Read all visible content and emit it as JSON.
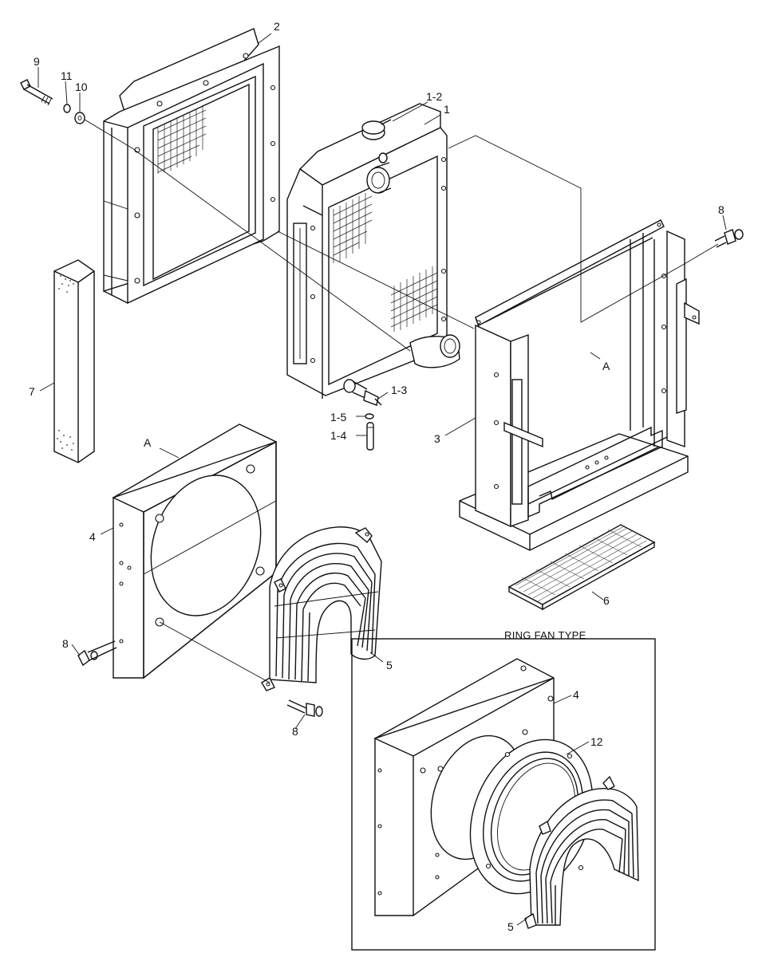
{
  "callouts": {
    "c1": "1",
    "c1_2": "1-2",
    "c1_3": "1-3",
    "c1_4": "1-4",
    "c1_5": "1-5",
    "c2": "2",
    "c3": "3",
    "c4": "4",
    "c4_ring": "4",
    "c5": "5",
    "c5_ring": "5",
    "c6": "6",
    "c7": "7",
    "c8_top": "8",
    "c8_left": "8",
    "c8_bottom": "8",
    "c9": "9",
    "c10": "10",
    "c11": "11",
    "c12": "12",
    "refA_shroud": "A",
    "refA_radiator": "A"
  },
  "inset": {
    "title": "RING FAN TYPE"
  }
}
